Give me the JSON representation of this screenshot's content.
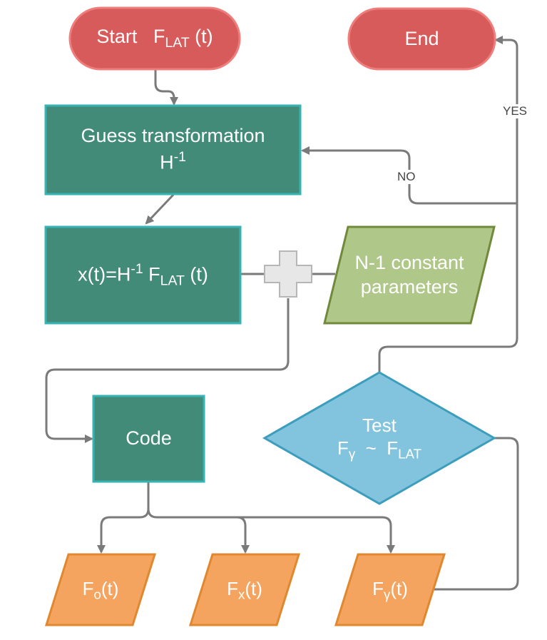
{
  "colors": {
    "terminal": "#d65b5a",
    "process": "#428b78",
    "process_border": "#36b3b3",
    "data_input": "#b0c78a",
    "decision": "#82c4de",
    "output": "#f4a45e",
    "connector": "#7a7a7a"
  },
  "nodes": {
    "start": {
      "text": "Start",
      "sym": "F",
      "sub": "LAT",
      "arg": "(t)"
    },
    "end": {
      "text": "End"
    },
    "guess": {
      "line1": "Guess transformation",
      "sym": "H",
      "sup": "-1"
    },
    "xeq": {
      "pre": "x(t)=H",
      "sup": "-1",
      "sym": "F",
      "sub": "LAT",
      "arg": "(t)"
    },
    "params": {
      "line1": "N-1 constant",
      "line2": "parameters"
    },
    "code": {
      "text": "Code"
    },
    "test": {
      "line1": "Test",
      "lhs": "F",
      "lhs_sub": "γ",
      "op": "~",
      "rhs": "F",
      "rhs_sub": "LAT"
    },
    "fo": {
      "sym": "F",
      "sub": "o",
      "arg": "(t)"
    },
    "fx": {
      "sym": "F",
      "sub": "x",
      "arg": "(t)"
    },
    "fy": {
      "sym": "F",
      "sub": "γ",
      "arg": "(t)"
    }
  },
  "edge_labels": {
    "yes": "YES",
    "no": "NO"
  },
  "icons": {
    "merge": "plus-merge-icon"
  }
}
